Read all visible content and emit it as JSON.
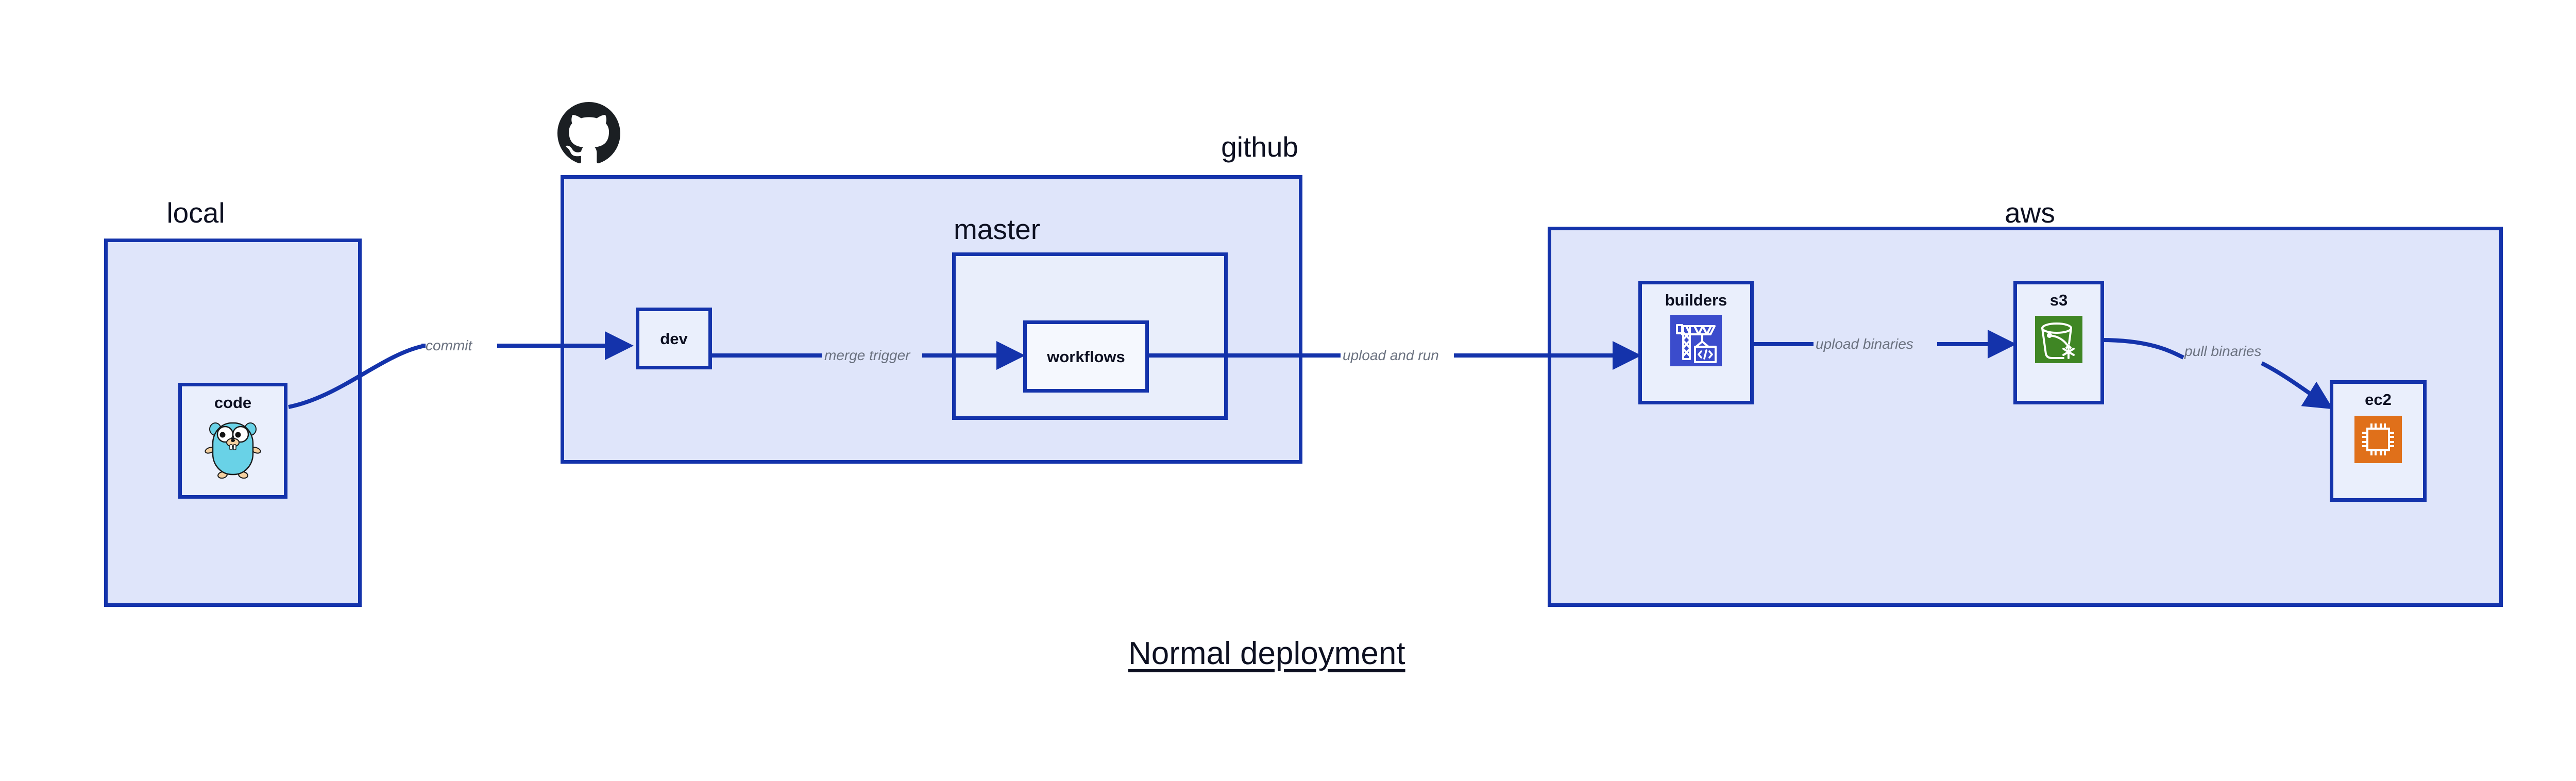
{
  "diagram": {
    "title": "Normal deployment",
    "colors": {
      "border": "#1433ab",
      "container_fill": "#dfe5fa",
      "inner_container_fill": "#e9eefb",
      "node_fill": "#eaeffc",
      "node_fill_white": "#f5f8fe",
      "text": "#0d1021",
      "edge_label": "#6b7280",
      "codebuild_blue": "#3b4ccc",
      "s3_green": "#3f8624",
      "ec2_orange": "#e0701a",
      "gopher_cyan": "#69d2e7",
      "github_black": "#1b1f23",
      "background": "#ffffff"
    }
  },
  "containers": [
    {
      "id": "local",
      "label": "local",
      "label_align": "center"
    },
    {
      "id": "github",
      "label": "github",
      "label_align": "right"
    },
    {
      "id": "master",
      "label": "master",
      "label_align": "center"
    },
    {
      "id": "aws",
      "label": "aws",
      "label_align": "center"
    }
  ],
  "nodes": [
    {
      "id": "code",
      "label": "code",
      "icon": "go-gopher-icon"
    },
    {
      "id": "dev",
      "label": "dev",
      "icon": "none"
    },
    {
      "id": "workflows",
      "label": "workflows",
      "icon": "none"
    },
    {
      "id": "builders",
      "label": "builders",
      "icon": "aws-codebuild-icon"
    },
    {
      "id": "s3",
      "label": "s3",
      "icon": "aws-s3-bucket-icon"
    },
    {
      "id": "ec2",
      "label": "ec2",
      "icon": "aws-ec2-cpu-icon"
    }
  ],
  "edges": [
    {
      "id": "commit",
      "from": "code",
      "to": "dev",
      "label": "commit"
    },
    {
      "id": "merge-trigger",
      "from": "dev",
      "to": "workflows",
      "label": "merge trigger"
    },
    {
      "id": "upload-and-run",
      "from": "workflows",
      "to": "builders",
      "label": "upload and run"
    },
    {
      "id": "upload-binaries",
      "from": "builders",
      "to": "s3",
      "label": "upload binaries"
    },
    {
      "id": "pull-binaries",
      "from": "s3",
      "to": "ec2",
      "label": "pull binaries"
    }
  ],
  "logos": [
    {
      "id": "github-octocat",
      "name": "github-logo"
    }
  ]
}
